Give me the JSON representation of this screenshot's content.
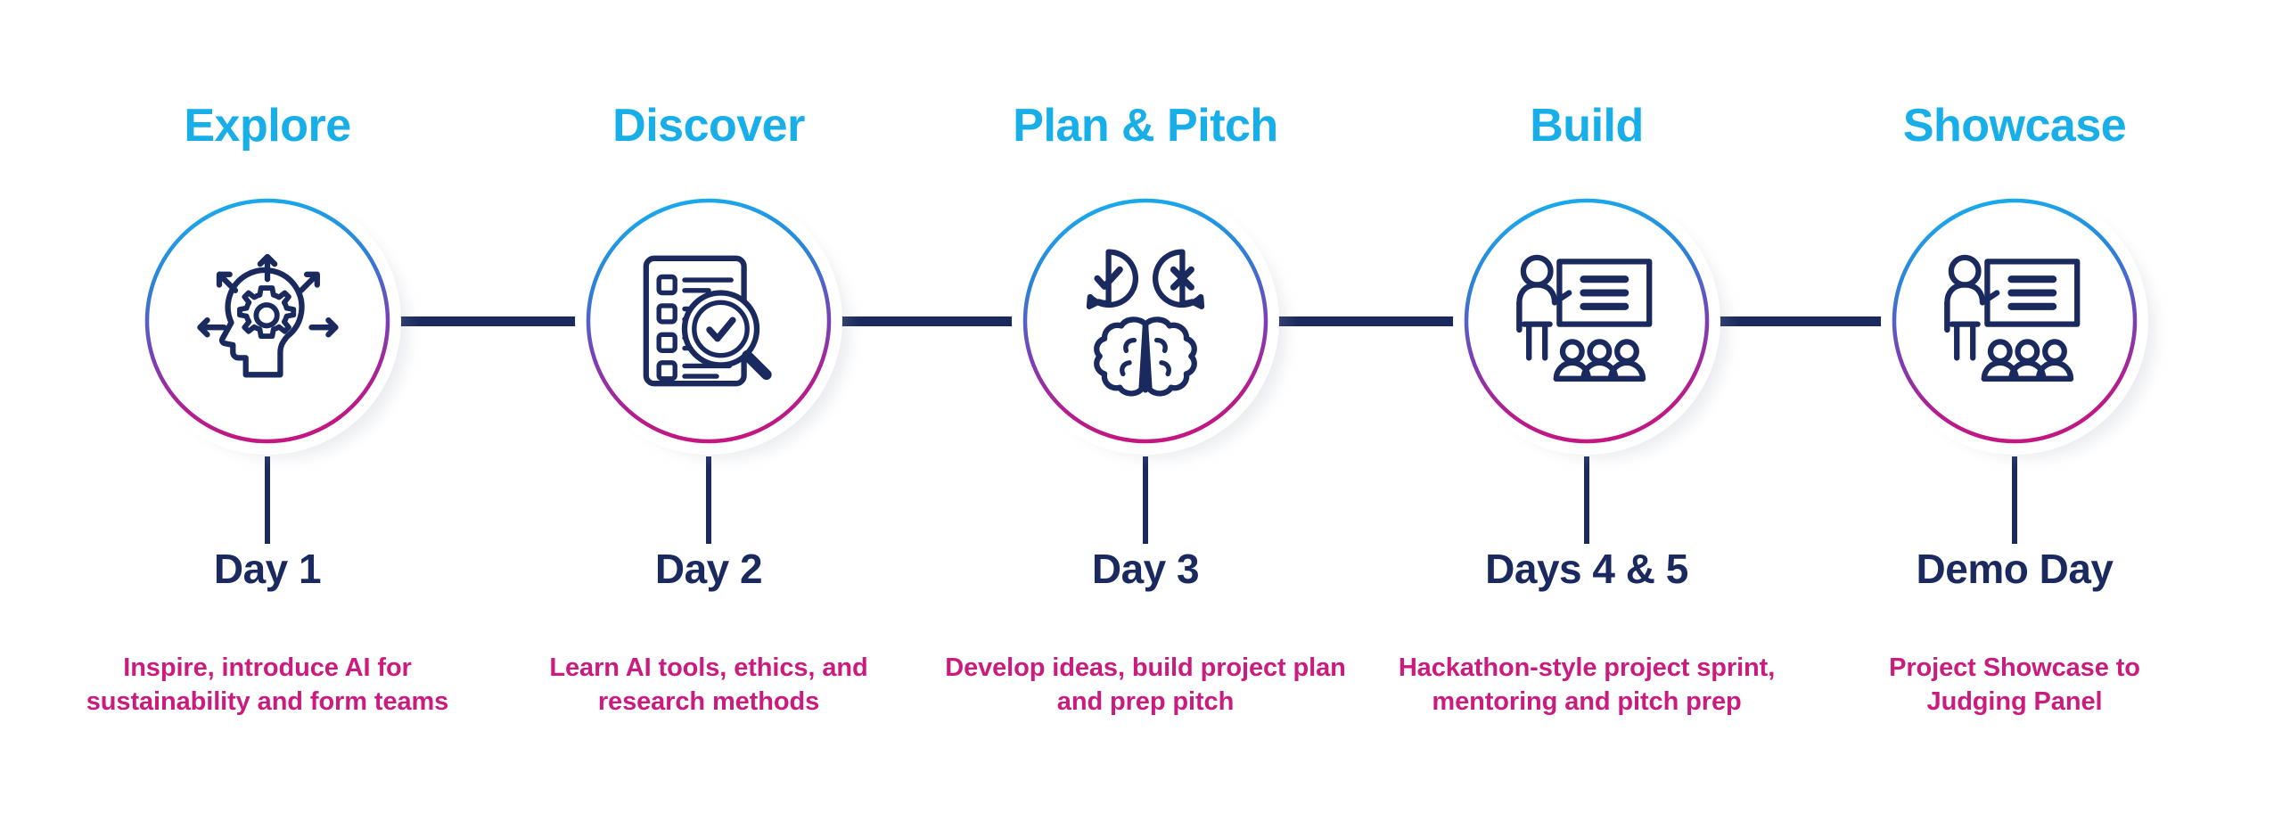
{
  "colors": {
    "heading": "#18aee8",
    "day_label": "#1b2a5e",
    "description": "#ca1c7e",
    "connector": "#1b2a5e",
    "icon_stroke": "#1b2a5e",
    "ring_top": "#18aee8",
    "ring_mid": "#7b3fb5",
    "ring_bottom": "#c4167f",
    "background": "#ffffff"
  },
  "diagram": {
    "type": "horizontal-timeline",
    "stage_count": 5
  },
  "stages": [
    {
      "title": "Explore",
      "day": "Day 1",
      "description": "Inspire, introduce AI for sustainability and form teams",
      "icon": "head-gear-arrows-icon"
    },
    {
      "title": "Discover",
      "day": "Day 2",
      "description": "Learn AI tools, ethics, and research methods",
      "icon": "checklist-magnifier-icon"
    },
    {
      "title": "Plan & Pitch",
      "day": "Day 3",
      "description": "Develop ideas, build project plan and prep pitch",
      "icon": "brain-decision-bubbles-icon"
    },
    {
      "title": "Build",
      "day": "Days 4 & 5",
      "description": "Hackathon-style project sprint, mentoring and pitch prep",
      "icon": "presenter-whiteboard-audience-icon"
    },
    {
      "title": "Showcase",
      "day": "Demo Day",
      "description": "Project Showcase to Judging Panel",
      "icon": "presenter-whiteboard-audience-icon"
    }
  ]
}
